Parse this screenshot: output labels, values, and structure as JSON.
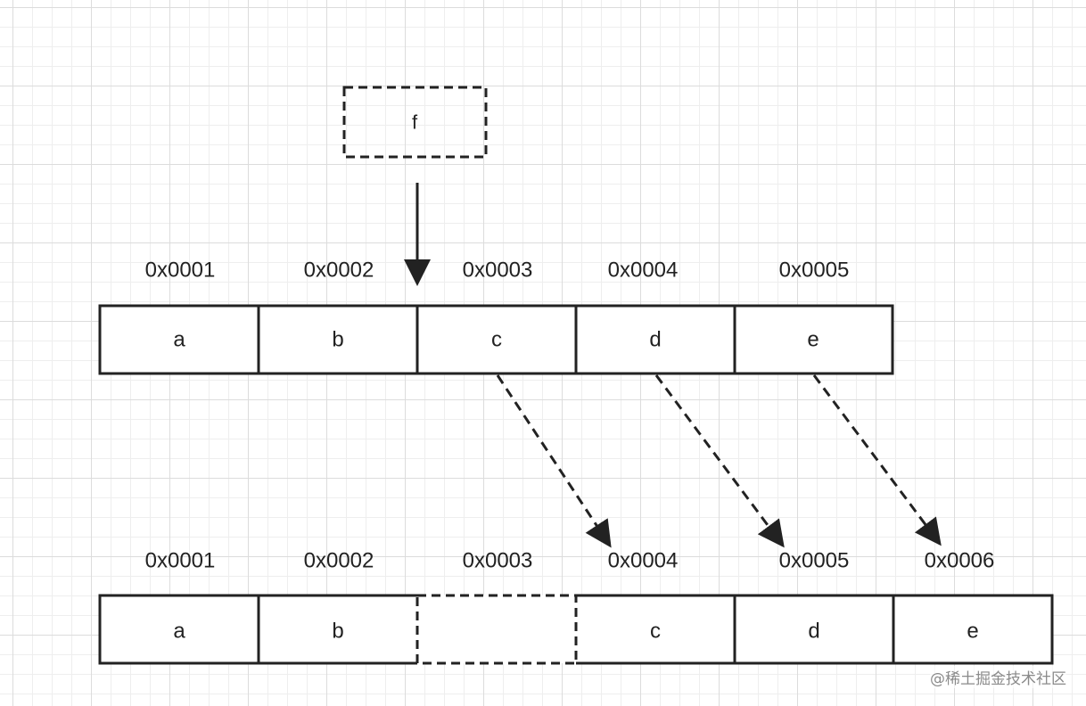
{
  "new_element": {
    "label": "f"
  },
  "before": {
    "addresses": [
      "0x0001",
      "0x0002",
      "0x0003",
      "0x0004",
      "0x0005"
    ],
    "cells": [
      "a",
      "b",
      "c",
      "d",
      "e"
    ]
  },
  "after": {
    "addresses": [
      "0x0001",
      "0x0002",
      "0x0003",
      "0x0004",
      "0x0005",
      "0x0006"
    ],
    "cells": [
      "a",
      "b",
      "",
      "c",
      "d",
      "e"
    ]
  },
  "watermark": "@稀土掘金技术社区"
}
